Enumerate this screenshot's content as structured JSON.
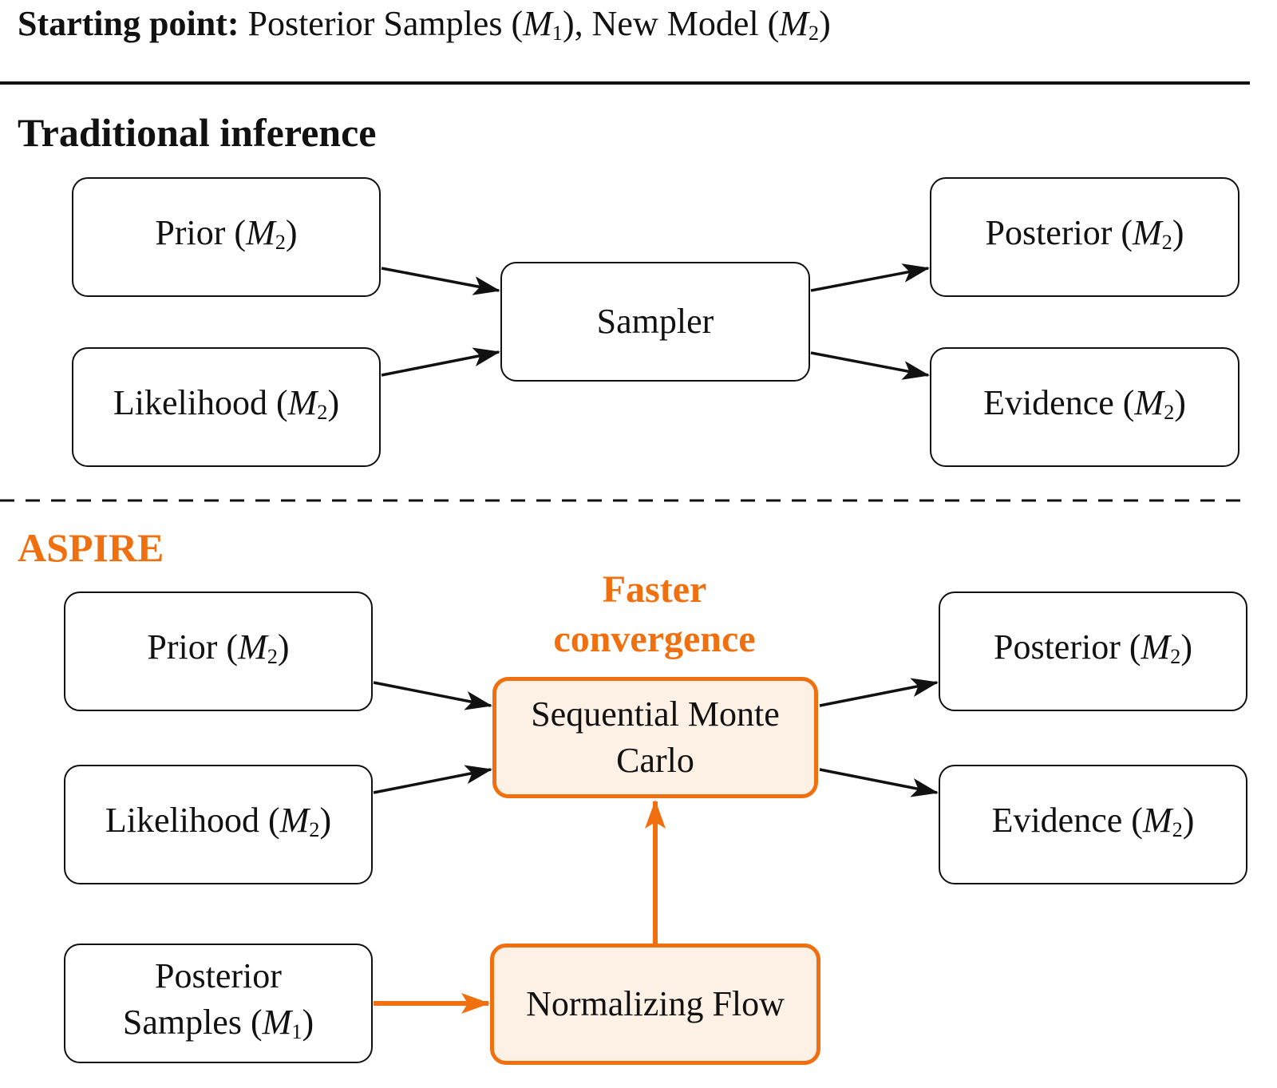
{
  "header": {
    "label": "Starting point:",
    "text_before": "Posterior Samples (",
    "m1": "M",
    "m1_sub": "1",
    "text_mid": "), New Model (",
    "m2": "M",
    "m2_sub": "2",
    "text_after": ")"
  },
  "traditional": {
    "title": "Traditional inference",
    "prior": {
      "label": "Prior",
      "model": "M",
      "sub": "2"
    },
    "likelihood": {
      "label": "Likelihood",
      "model": "M",
      "sub": "2"
    },
    "sampler": {
      "label": "Sampler"
    },
    "posterior": {
      "label": "Posterior",
      "model": "M",
      "sub": "2"
    },
    "evidence": {
      "label": "Evidence",
      "model": "M",
      "sub": "2"
    }
  },
  "aspire": {
    "title": "ASPIRE",
    "annotation_line1": "Faster",
    "annotation_line2": "convergence",
    "prior": {
      "label": "Prior",
      "model": "M",
      "sub": "2"
    },
    "likelihood": {
      "label": "Likelihood",
      "model": "M",
      "sub": "2"
    },
    "smc": {
      "line1": "Sequential Monte",
      "line2": "Carlo"
    },
    "posterior": {
      "label": "Posterior",
      "model": "M",
      "sub": "2"
    },
    "evidence": {
      "label": "Evidence",
      "model": "M",
      "sub": "2"
    },
    "prev_samples": {
      "line1": "Posterior",
      "line2": "Samples",
      "model": "M",
      "sub": "1"
    },
    "flow": {
      "label": "Normalizing Flow"
    }
  },
  "colors": {
    "accent": "#f07010",
    "accent_fill": "#fdf1e6",
    "ink": "#111111"
  }
}
